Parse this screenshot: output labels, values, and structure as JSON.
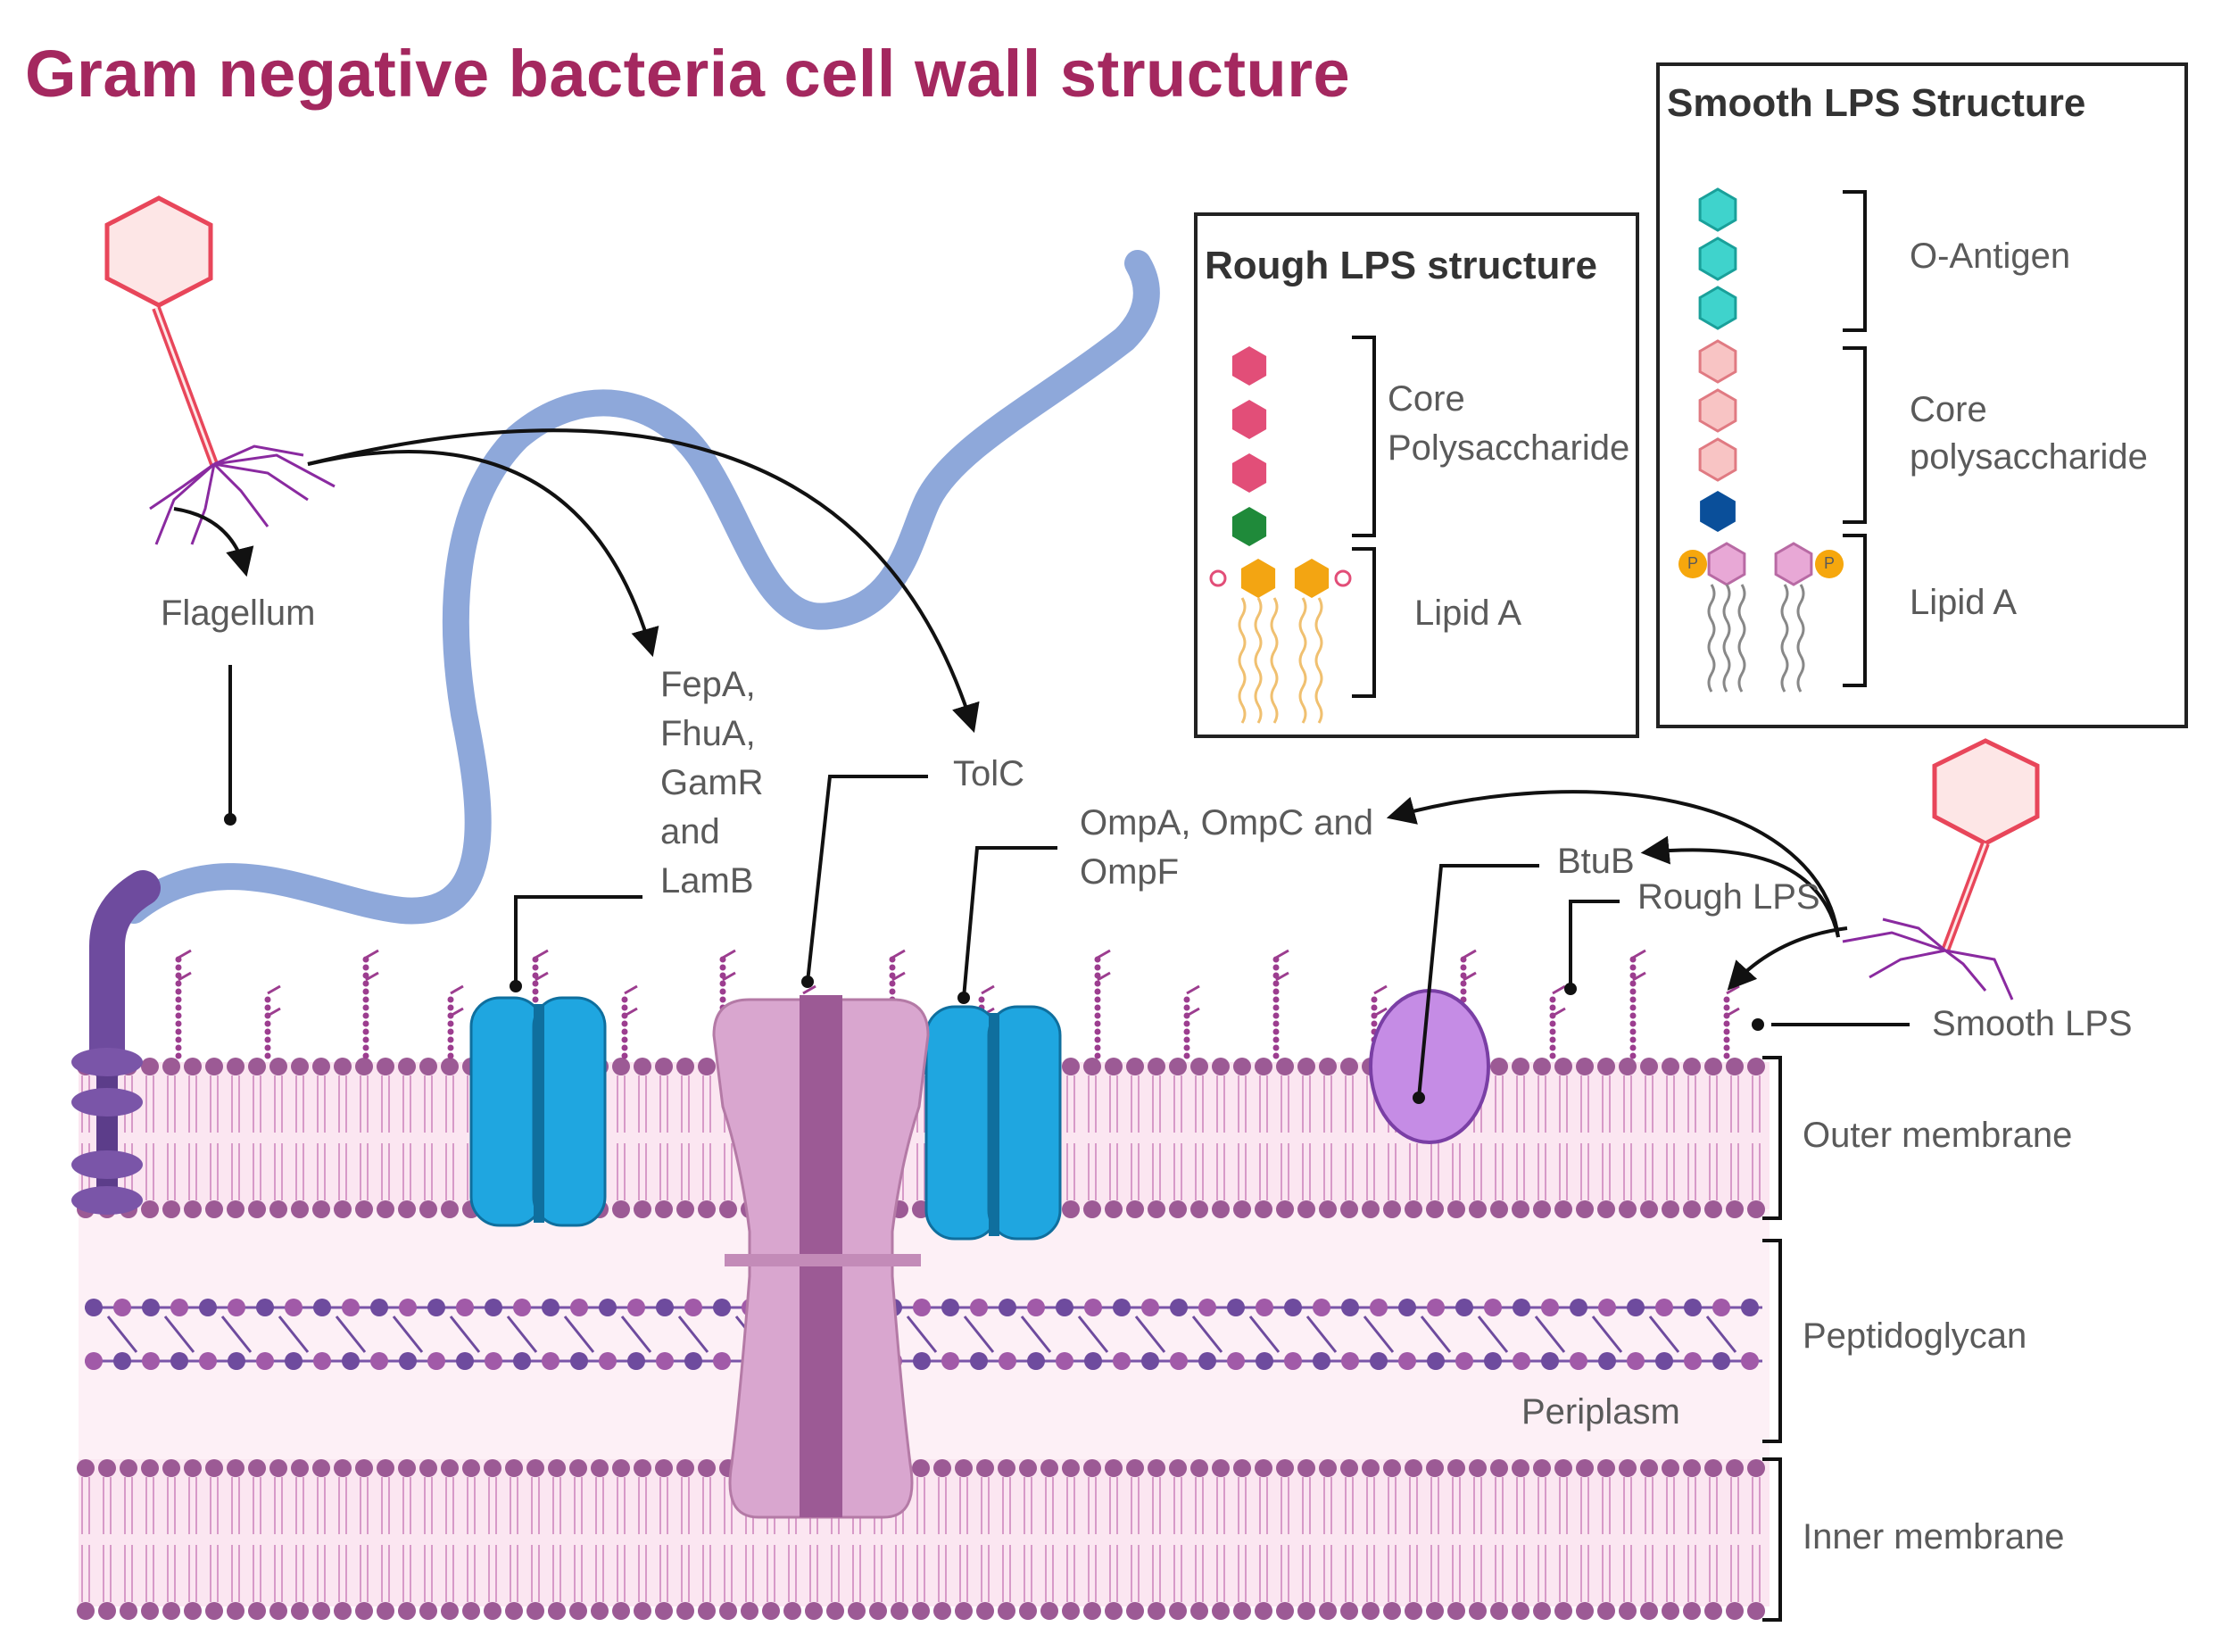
{
  "title": "Gram negative bacteria cell wall structure",
  "labels": {
    "flagellum": "Flagellum",
    "fepa": "FepA,",
    "fhua": "FhuA,",
    "gamr": "GamR",
    "and": "and",
    "lamb": "LamB",
    "tolc": "TolC",
    "omp1": "OmpA, OmpC and",
    "omp2": "OmpF",
    "btub": "BtuB",
    "rough_lps": "Rough LPS",
    "smooth_lps": "Smooth LPS",
    "outer_membrane": "Outer membrane",
    "peptidoglycan": "Peptidoglycan",
    "periplasm": "Periplasm",
    "inner_membrane": "Inner membrane"
  },
  "rough_box": {
    "title": "Rough LPS structure",
    "core1": "Core",
    "core2": "Polysaccharide",
    "lipid": "Lipid A"
  },
  "smooth_box": {
    "title": "Smooth LPS Structure",
    "oantigen": "O-Antigen",
    "core1": "Core",
    "core2": "polysaccharide",
    "lipid": "Lipid A"
  },
  "phosphate_mark": "P",
  "colors": {
    "title": "#a4285f",
    "membrane": "#9c5a95",
    "membrane_fill": "#fbe6f1",
    "porin": "#1fa6e0",
    "tolc": "#d9a6cf",
    "btub": "#c58ce5",
    "flagellum": "#8ea8da",
    "phage": "#e8465a"
  }
}
